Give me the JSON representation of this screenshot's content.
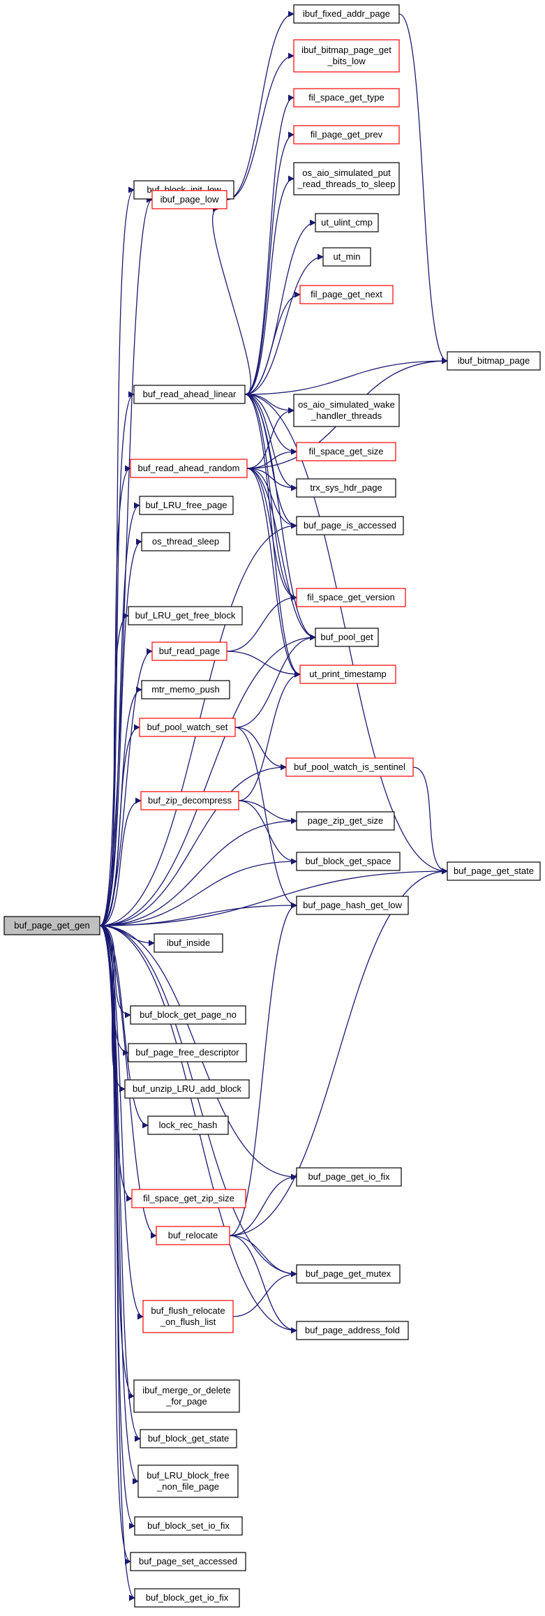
{
  "colors": {
    "edge": "#191970",
    "node_border": "#000000",
    "incomplete_border": "#ff0000",
    "focus_fill": "#bfbfbf",
    "node_fill": "#ffffff"
  },
  "nodes": [
    {
      "id": "buf_page_get_gen",
      "lines": [
        "buf_page_get_gen"
      ],
      "style": "focus"
    },
    {
      "id": "ibuf_fixed_addr_page",
      "lines": [
        "ibuf_fixed_addr_page"
      ],
      "style": "normal"
    },
    {
      "id": "ibuf_bitmap_page_get_bits_low",
      "lines": [
        "ibuf_bitmap_page_get",
        "_bits_low"
      ],
      "style": "red"
    },
    {
      "id": "fil_space_get_type",
      "lines": [
        "fil_space_get_type"
      ],
      "style": "red"
    },
    {
      "id": "fil_page_get_prev",
      "lines": [
        "fil_page_get_prev"
      ],
      "style": "red"
    },
    {
      "id": "os_aio_simulated_put_read_threads_to_sleep",
      "lines": [
        "os_aio_simulated_put",
        "_read_threads_to_sleep"
      ],
      "style": "normal"
    },
    {
      "id": "buf_block_init_low",
      "lines": [
        "buf_block_init_low"
      ],
      "style": "normal"
    },
    {
      "id": "ibuf_page_low",
      "lines": [
        "ibuf_page_low"
      ],
      "style": "red"
    },
    {
      "id": "ut_ulint_cmp",
      "lines": [
        "ut_ulint_cmp"
      ],
      "style": "normal"
    },
    {
      "id": "ut_min",
      "lines": [
        "ut_min"
      ],
      "style": "normal"
    },
    {
      "id": "fil_page_get_next",
      "lines": [
        "fil_page_get_next"
      ],
      "style": "red"
    },
    {
      "id": "ibuf_bitmap_page",
      "lines": [
        "ibuf_bitmap_page"
      ],
      "style": "normal"
    },
    {
      "id": "buf_read_ahead_linear",
      "lines": [
        "buf_read_ahead_linear"
      ],
      "style": "normal"
    },
    {
      "id": "os_aio_simulated_wake_handler_threads",
      "lines": [
        "os_aio_simulated_wake",
        "_handler_threads"
      ],
      "style": "normal"
    },
    {
      "id": "buf_read_ahead_random",
      "lines": [
        "buf_read_ahead_random"
      ],
      "style": "red"
    },
    {
      "id": "fil_space_get_size",
      "lines": [
        "fil_space_get_size"
      ],
      "style": "red"
    },
    {
      "id": "trx_sys_hdr_page",
      "lines": [
        "trx_sys_hdr_page"
      ],
      "style": "normal"
    },
    {
      "id": "buf_LRU_free_page",
      "lines": [
        "buf_LRU_free_page"
      ],
      "style": "normal"
    },
    {
      "id": "buf_page_is_accessed",
      "lines": [
        "buf_page_is_accessed"
      ],
      "style": "normal"
    },
    {
      "id": "os_thread_sleep",
      "lines": [
        "os_thread_sleep"
      ],
      "style": "normal"
    },
    {
      "id": "fil_space_get_version",
      "lines": [
        "fil_space_get_version"
      ],
      "style": "red"
    },
    {
      "id": "buf_LRU_get_free_block",
      "lines": [
        "buf_LRU_get_free_block"
      ],
      "style": "normal"
    },
    {
      "id": "buf_pool_get",
      "lines": [
        "buf_pool_get"
      ],
      "style": "normal"
    },
    {
      "id": "buf_read_page",
      "lines": [
        "buf_read_page"
      ],
      "style": "red"
    },
    {
      "id": "ut_print_timestamp",
      "lines": [
        "ut_print_timestamp"
      ],
      "style": "red"
    },
    {
      "id": "mtr_memo_push",
      "lines": [
        "mtr_memo_push"
      ],
      "style": "normal"
    },
    {
      "id": "buf_pool_watch_set",
      "lines": [
        "buf_pool_watch_set"
      ],
      "style": "red"
    },
    {
      "id": "buf_pool_watch_is_sentinel",
      "lines": [
        "buf_pool_watch_is_sentinel"
      ],
      "style": "red"
    },
    {
      "id": "buf_zip_decompress",
      "lines": [
        "buf_zip_decompress"
      ],
      "style": "red"
    },
    {
      "id": "page_zip_get_size",
      "lines": [
        "page_zip_get_size"
      ],
      "style": "normal"
    },
    {
      "id": "buf_block_get_space",
      "lines": [
        "buf_block_get_space"
      ],
      "style": "normal"
    },
    {
      "id": "buf_page_get_state",
      "lines": [
        "buf_page_get_state"
      ],
      "style": "normal"
    },
    {
      "id": "buf_page_hash_get_low",
      "lines": [
        "buf_page_hash_get_low"
      ],
      "style": "normal"
    },
    {
      "id": "ibuf_inside",
      "lines": [
        "ibuf_inside"
      ],
      "style": "normal"
    },
    {
      "id": "buf_block_get_page_no",
      "lines": [
        "buf_block_get_page_no"
      ],
      "style": "normal"
    },
    {
      "id": "buf_page_free_descriptor",
      "lines": [
        "buf_page_free_descriptor"
      ],
      "style": "normal"
    },
    {
      "id": "buf_unzip_LRU_add_block",
      "lines": [
        "buf_unzip_LRU_add_block"
      ],
      "style": "normal"
    },
    {
      "id": "lock_rec_hash",
      "lines": [
        "lock_rec_hash"
      ],
      "style": "normal"
    },
    {
      "id": "buf_page_get_io_fix",
      "lines": [
        "buf_page_get_io_fix"
      ],
      "style": "normal"
    },
    {
      "id": "fil_space_get_zip_size",
      "lines": [
        "fil_space_get_zip_size"
      ],
      "style": "red"
    },
    {
      "id": "buf_relocate",
      "lines": [
        "buf_relocate"
      ],
      "style": "red"
    },
    {
      "id": "buf_page_get_mutex",
      "lines": [
        "buf_page_get_mutex"
      ],
      "style": "normal"
    },
    {
      "id": "buf_flush_relocate_on_flush_list",
      "lines": [
        "buf_flush_relocate",
        "_on_flush_list"
      ],
      "style": "red"
    },
    {
      "id": "buf_page_address_fold",
      "lines": [
        "buf_page_address_fold"
      ],
      "style": "normal"
    },
    {
      "id": "ibuf_merge_or_delete_for_page",
      "lines": [
        "ibuf_merge_or_delete",
        "_for_page"
      ],
      "style": "normal"
    },
    {
      "id": "buf_block_get_state",
      "lines": [
        "buf_block_get_state"
      ],
      "style": "normal"
    },
    {
      "id": "buf_LRU_block_free_non_file_page",
      "lines": [
        "buf_LRU_block_free",
        "_non_file_page"
      ],
      "style": "normal"
    },
    {
      "id": "buf_block_set_io_fix",
      "lines": [
        "buf_block_set_io_fix"
      ],
      "style": "normal"
    },
    {
      "id": "buf_page_set_accessed",
      "lines": [
        "buf_page_set_accessed"
      ],
      "style": "normal"
    },
    {
      "id": "buf_block_get_io_fix",
      "lines": [
        "buf_block_get_io_fix"
      ],
      "style": "normal"
    }
  ],
  "edges": [
    [
      "buf_page_get_gen",
      "buf_block_init_low"
    ],
    [
      "buf_page_get_gen",
      "ibuf_page_low"
    ],
    [
      "buf_page_get_gen",
      "buf_read_ahead_linear"
    ],
    [
      "buf_page_get_gen",
      "buf_read_ahead_random"
    ],
    [
      "buf_page_get_gen",
      "buf_LRU_free_page"
    ],
    [
      "buf_page_get_gen",
      "os_thread_sleep"
    ],
    [
      "buf_page_get_gen",
      "buf_LRU_get_free_block"
    ],
    [
      "buf_page_get_gen",
      "buf_read_page"
    ],
    [
      "buf_page_get_gen",
      "mtr_memo_push"
    ],
    [
      "buf_page_get_gen",
      "buf_pool_watch_set"
    ],
    [
      "buf_page_get_gen",
      "buf_zip_decompress"
    ],
    [
      "buf_page_get_gen",
      "ibuf_inside"
    ],
    [
      "buf_page_get_gen",
      "buf_block_get_page_no"
    ],
    [
      "buf_page_get_gen",
      "buf_page_free_descriptor"
    ],
    [
      "buf_page_get_gen",
      "buf_unzip_LRU_add_block"
    ],
    [
      "buf_page_get_gen",
      "lock_rec_hash"
    ],
    [
      "buf_page_get_gen",
      "fil_space_get_zip_size"
    ],
    [
      "buf_page_get_gen",
      "buf_relocate"
    ],
    [
      "buf_page_get_gen",
      "buf_flush_relocate_on_flush_list"
    ],
    [
      "buf_page_get_gen",
      "ibuf_merge_or_delete_for_page"
    ],
    [
      "buf_page_get_gen",
      "buf_block_get_state"
    ],
    [
      "buf_page_get_gen",
      "buf_LRU_block_free_non_file_page"
    ],
    [
      "buf_page_get_gen",
      "buf_block_set_io_fix"
    ],
    [
      "buf_page_get_gen",
      "buf_page_set_accessed"
    ],
    [
      "buf_page_get_gen",
      "buf_block_get_io_fix"
    ],
    [
      "buf_page_get_gen",
      "buf_pool_get"
    ],
    [
      "buf_page_get_gen",
      "page_zip_get_size"
    ],
    [
      "buf_page_get_gen",
      "buf_block_get_space"
    ],
    [
      "buf_page_get_gen",
      "buf_page_hash_get_low"
    ],
    [
      "buf_page_get_gen",
      "buf_page_get_state"
    ],
    [
      "buf_page_get_gen",
      "buf_page_get_io_fix"
    ],
    [
      "buf_page_get_gen",
      "buf_page_get_mutex"
    ],
    [
      "buf_page_get_gen",
      "buf_page_address_fold"
    ],
    [
      "buf_page_get_gen",
      "buf_pool_watch_is_sentinel"
    ],
    [
      "buf_page_get_gen",
      "buf_page_is_accessed"
    ],
    [
      "ibuf_page_low",
      "ibuf_fixed_addr_page"
    ],
    [
      "ibuf_page_low",
      "ibuf_bitmap_page_get_bits_low"
    ],
    [
      "ibuf_fixed_addr_page",
      "ibuf_bitmap_page"
    ],
    [
      "buf_read_ahead_linear",
      "ibuf_page_low"
    ],
    [
      "buf_read_ahead_linear",
      "fil_space_get_type"
    ],
    [
      "buf_read_ahead_linear",
      "fil_page_get_prev"
    ],
    [
      "buf_read_ahead_linear",
      "os_aio_simulated_put_read_threads_to_sleep"
    ],
    [
      "buf_read_ahead_linear",
      "ut_ulint_cmp"
    ],
    [
      "buf_read_ahead_linear",
      "ut_min"
    ],
    [
      "buf_read_ahead_linear",
      "fil_page_get_next"
    ],
    [
      "buf_read_ahead_linear",
      "ibuf_bitmap_page"
    ],
    [
      "buf_read_ahead_linear",
      "os_aio_simulated_wake_handler_threads"
    ],
    [
      "buf_read_ahead_linear",
      "fil_space_get_size"
    ],
    [
      "buf_read_ahead_linear",
      "trx_sys_hdr_page"
    ],
    [
      "buf_read_ahead_linear",
      "buf_page_is_accessed"
    ],
    [
      "buf_read_ahead_linear",
      "fil_space_get_version"
    ],
    [
      "buf_read_ahead_linear",
      "buf_pool_get"
    ],
    [
      "buf_read_ahead_linear",
      "ut_print_timestamp"
    ],
    [
      "buf_read_ahead_linear",
      "buf_page_get_state"
    ],
    [
      "buf_read_ahead_random",
      "ibuf_bitmap_page"
    ],
    [
      "buf_read_ahead_random",
      "os_aio_simulated_wake_handler_threads"
    ],
    [
      "buf_read_ahead_random",
      "fil_space_get_size"
    ],
    [
      "buf_read_ahead_random",
      "trx_sys_hdr_page"
    ],
    [
      "buf_read_ahead_random",
      "buf_page_is_accessed"
    ],
    [
      "buf_read_ahead_random",
      "fil_space_get_version"
    ],
    [
      "buf_read_ahead_random",
      "buf_pool_get"
    ],
    [
      "buf_read_ahead_random",
      "ut_print_timestamp"
    ],
    [
      "buf_read_page",
      "fil_space_get_version"
    ],
    [
      "buf_read_page",
      "ut_print_timestamp"
    ],
    [
      "buf_pool_watch_set",
      "buf_pool_get"
    ],
    [
      "buf_pool_watch_set",
      "buf_pool_watch_is_sentinel"
    ],
    [
      "buf_pool_watch_set",
      "buf_page_hash_get_low"
    ],
    [
      "buf_zip_decompress",
      "ut_print_timestamp"
    ],
    [
      "buf_zip_decompress",
      "page_zip_get_size"
    ],
    [
      "buf_zip_decompress",
      "buf_block_get_space"
    ],
    [
      "buf_pool_watch_is_sentinel",
      "buf_page_get_state"
    ],
    [
      "buf_relocate",
      "buf_page_get_io_fix"
    ],
    [
      "buf_relocate",
      "buf_page_get_mutex"
    ],
    [
      "buf_relocate",
      "buf_page_address_fold"
    ],
    [
      "buf_relocate",
      "buf_page_get_state"
    ],
    [
      "buf_relocate",
      "buf_page_hash_get_low"
    ],
    [
      "buf_flush_relocate_on_flush_list",
      "buf_page_get_mutex"
    ]
  ]
}
